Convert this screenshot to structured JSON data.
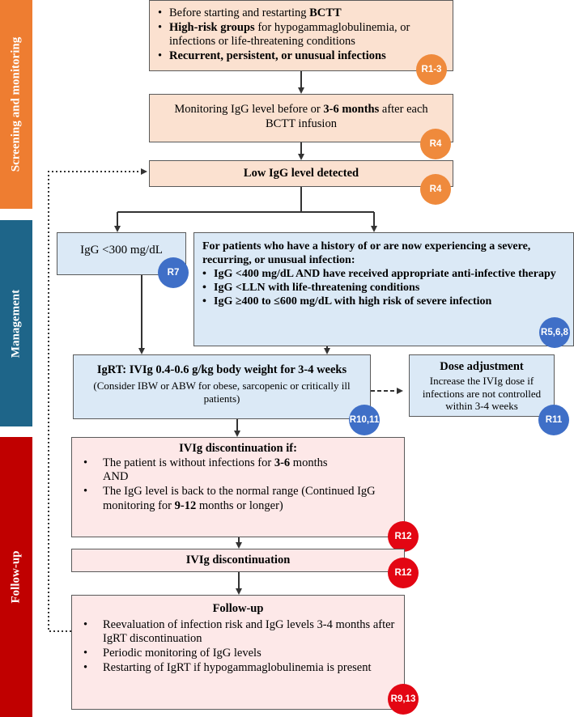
{
  "sections": {
    "screening": "Screening and monitoring",
    "management": "Management",
    "followup": "Follow-up"
  },
  "box1": {
    "items": [
      {
        "plain": "Before starting and restarting ",
        "bold": "BCTT",
        "rest": ""
      },
      {
        "plain": "",
        "bold": "High-risk groups",
        "rest": " for hypogammaglobulinemia, or infections or life-threatening conditions"
      },
      {
        "plain": "",
        "bold": "Recurrent, persistent, or unusual infections",
        "rest": ""
      }
    ],
    "badge": "R1-3"
  },
  "box2": {
    "pre": "Monitoring IgG level before or ",
    "bold": "3-6 months",
    "post": " after each BCTT infusion",
    "badge": "R4"
  },
  "box3": {
    "title": "Low IgG level detected",
    "badge": "R4"
  },
  "box4": {
    "text": "IgG <300 mg/dL",
    "badge": "R7"
  },
  "box5": {
    "intro": "For patients who have a history of or are now experiencing a severe, recurring, or unusual infection:",
    "items": [
      "IgG <400 mg/dL AND have received appropriate anti-infective therapy",
      "IgG <LLN with life-threatening conditions",
      "IgG ≥400 to ≤600 mg/dL with high risk of severe infection"
    ],
    "badge": "R5,6,8"
  },
  "box6": {
    "title": "IgRT: IVIg 0.4-0.6 g/kg body weight for 3-4 weeks",
    "note": "(Consider IBW or ABW for obese, sarcopenic or critically ill patients)",
    "badge": "R10,11"
  },
  "box7": {
    "title": "Dose adjustment",
    "text": "Increase the IVIg dose if infections are not controlled within 3-4 weeks",
    "badge": "R11"
  },
  "box8": {
    "title": "IVIg discontinuation if:",
    "item1_pre": "The patient is without infections for ",
    "item1_bold": "3-6",
    "item1_post": " months",
    "and": "AND",
    "item2": "The IgG level is back to the normal range",
    "item2_note_pre": "(Continued IgG monitoring for ",
    "item2_note_bold": "9-12",
    "item2_note_post": " months or longer)",
    "badge": "R12"
  },
  "box9": {
    "title": "IVIg discontinuation",
    "badge": "R12"
  },
  "box10": {
    "title": "Follow-up",
    "items": [
      "Reevaluation of infection risk and IgG levels 3-4 months after IgRT discontinuation",
      "Periodic monitoring of IgG levels",
      "Restarting of IgRT if hypogammaglobulinemia is present"
    ],
    "badge": "R9,13"
  },
  "colors": {
    "screening_band": "#ee7d31",
    "management_band": "#1e6589",
    "followup_band": "#c00000",
    "orange_box": "#fbe1d0",
    "blue_box": "#dbe9f6",
    "pink_box": "#fde8e8",
    "badge_orange": "#ef8a3c",
    "badge_blue": "#3f6fc7",
    "badge_red": "#e30613"
  }
}
